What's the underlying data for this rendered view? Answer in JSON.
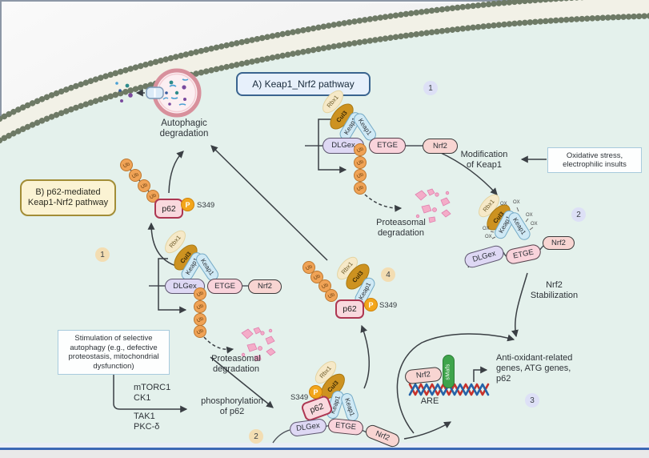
{
  "boxes": {
    "a_title": "A)  Keap1_Nrf2 pathway",
    "b_title": [
      "B) p62-mediated",
      "Keap1-Nrf2 pathway"
    ],
    "oxidative": [
      "Oxidative stress,",
      "electrophilic insults"
    ],
    "stimulation": [
      "Stimulation of selective",
      "autophagy (e.g., defective",
      "proteostasis, mitochondrial",
      "dysfunction)"
    ]
  },
  "labels": {
    "autophagic": [
      "Autophagic",
      "degradation"
    ],
    "proteasomal_a": [
      "Proteasomal",
      "degradation"
    ],
    "proteasomal_b": [
      "Proteasomal",
      "degradation"
    ],
    "modification": [
      "Modification",
      "of Keap1"
    ],
    "stabilization": [
      "Nrf2",
      "Stabilization"
    ],
    "genes": [
      "Anti-oxidant-related",
      "genes, ATG genes,",
      "p62"
    ],
    "are": "ARE",
    "phosphorylation": [
      "phosphorylation",
      "of p62"
    ],
    "kinases": [
      "mTORC1",
      "CK1",
      "TAK1",
      "PKC-δ"
    ]
  },
  "proteins": {
    "rbx1": "Rbx1",
    "cul3": "Cul3",
    "keap1": "Keap1",
    "dlgex": "DLGex",
    "etge": "ETGE",
    "nrf2": "Nrf2",
    "p62": "p62",
    "ub": "Ub",
    "ox": "OX",
    "p": "P",
    "smafs": "sMafs",
    "site": "S349"
  },
  "steps": {
    "a1": "1",
    "a2": "2",
    "a3": "3",
    "b1": "1",
    "b2": "2",
    "b4": "4"
  },
  "colors": {
    "cyto": "#e4f1ec",
    "membrane": "#6e7a66",
    "tails": "#f2f1e7",
    "ub-fill": "#f0a356",
    "ub-border": "#bd7830",
    "p-fill": "#f3a61b",
    "keap1-fill": "#cfe9f5",
    "keap1-border": "#74aac6",
    "cul3-fill": "#cd9220",
    "rbx1-fill": "#f6e9c8",
    "dlgex-fill": "#ded8f4",
    "etge-fill": "#f9d3db",
    "nrf2-fill": "#f8d5d2",
    "p62-fill": "#f9d9de",
    "p62-border": "#ad3752",
    "smafs-fill": "#3ea44b",
    "dna-red": "#c8322b",
    "dna-blue": "#2563a8",
    "step-a": "#dde0f6",
    "step-b": "#f3ddb2",
    "box-a-fill": "#e7f0fb",
    "box-a-border": "#3a648f",
    "box-b-fill": "#fbf3d3",
    "box-b-border": "#a28d36",
    "note-border": "#a8cadd",
    "fragments": "#f4acc8",
    "arrow": "#3a3f44",
    "autophagosome-ring": "#d8909c",
    "bottom-line": "#3c68b5"
  }
}
